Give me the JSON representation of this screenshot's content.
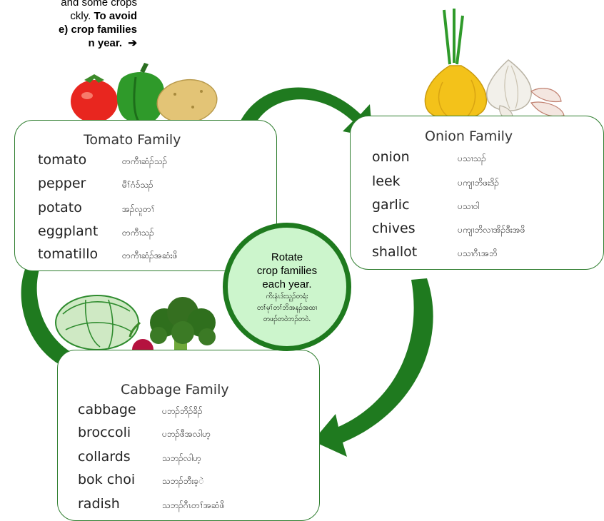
{
  "top_note": {
    "line1": "and some crops",
    "line2_plain": "ckly. ",
    "line2_bold": "To avoid",
    "line3": "e) crop families",
    "line4": "n year.",
    "arrow": "➔"
  },
  "families": [
    {
      "title": "Tomato Family",
      "items": [
        {
          "en": "tomato",
          "my": "တကီၢဆံၣ်သၣ်"
        },
        {
          "en": "pepper",
          "my": "မီၢ်ဂံၥ်သၣ်"
        },
        {
          "en": "potato",
          "my": "အၣ်လူတၢ်"
        },
        {
          "en": "eggplant",
          "my": "တကီၢသၣ်"
        },
        {
          "en": "tomatillo",
          "my": "တကီၢဆံၣ်အဆံးဖိ"
        }
      ]
    },
    {
      "title": "Onion Family",
      "items": [
        {
          "en": "onion",
          "my": "ပသၢသၣ်"
        },
        {
          "en": "leek",
          "my": "ပကျၢဘိဖးဒိၣ်"
        },
        {
          "en": "garlic",
          "my": "ပသၢဝါ"
        },
        {
          "en": "chives",
          "my": "ပကျၢဘိလၢအိၣ်ဒီးအဖိ"
        },
        {
          "en": "shallot",
          "my": "ပသၢဂီၤအဘိ"
        }
      ]
    },
    {
      "title": "Cabbage Family",
      "items": [
        {
          "en": "cabbage",
          "my": "ပဘၣ်ဘိၣ်ခိၣ်"
        },
        {
          "en": "broccoli",
          "my": "ပဘၣ်ဖီအလါဟ့"
        },
        {
          "en": "collards",
          "my": "သဘၣ်လါဟ့"
        },
        {
          "en": "bok choi",
          "my": "သဘၣ်ဘီးခ့ဲ"
        },
        {
          "en": "radish",
          "my": "သဘၣ်ဂီၤတၢ်အဆံဖိ"
        }
      ]
    }
  ],
  "center": {
    "line1": "Rotate",
    "line2": "crop families",
    "line3": "each year.",
    "my1": "ကိးနံၤဒ်းသူၣ်တရံး",
    "my2": "တၢ်မုၢ်တၢ်ဘိအနၣ်အထၢ",
    "my3": "တဖၣ်တဝဲဘၣ်တဝဲ."
  },
  "colors": {
    "arrow_green": "#1f7a1f",
    "card_border": "#2e7d2e",
    "center_fill": "#ccf5cc"
  },
  "icons": [
    "tomato-icon",
    "green-pepper-icon",
    "potato-icon",
    "onion-icon",
    "garlic-icon",
    "cabbage-icon",
    "radish-icon",
    "broccoli-icon"
  ]
}
